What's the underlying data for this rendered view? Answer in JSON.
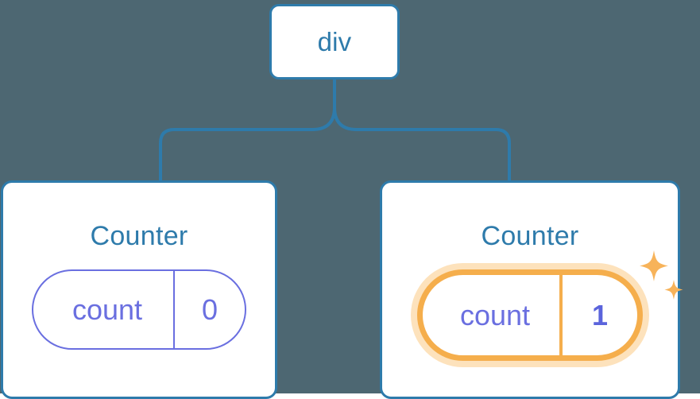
{
  "diagram": {
    "title": "react component tree with highlighted state",
    "background_color": "#4D6772",
    "node_border_color": "#2E7BAB",
    "node_text_color": "#2E7BAB",
    "state_color": "#6A6FE0",
    "highlight_color": "#F5AE4C",
    "highlight_glow_color": "#FDE2BC",
    "edge_color": "#2E7BAB"
  },
  "root": {
    "label": "div"
  },
  "children": [
    {
      "label": "Counter",
      "state": {
        "key": "count",
        "value": "0",
        "highlighted": false
      }
    },
    {
      "label": "Counter",
      "state": {
        "key": "count",
        "value": "1",
        "highlighted": true
      },
      "sparkle": "sparkles-icon"
    }
  ]
}
